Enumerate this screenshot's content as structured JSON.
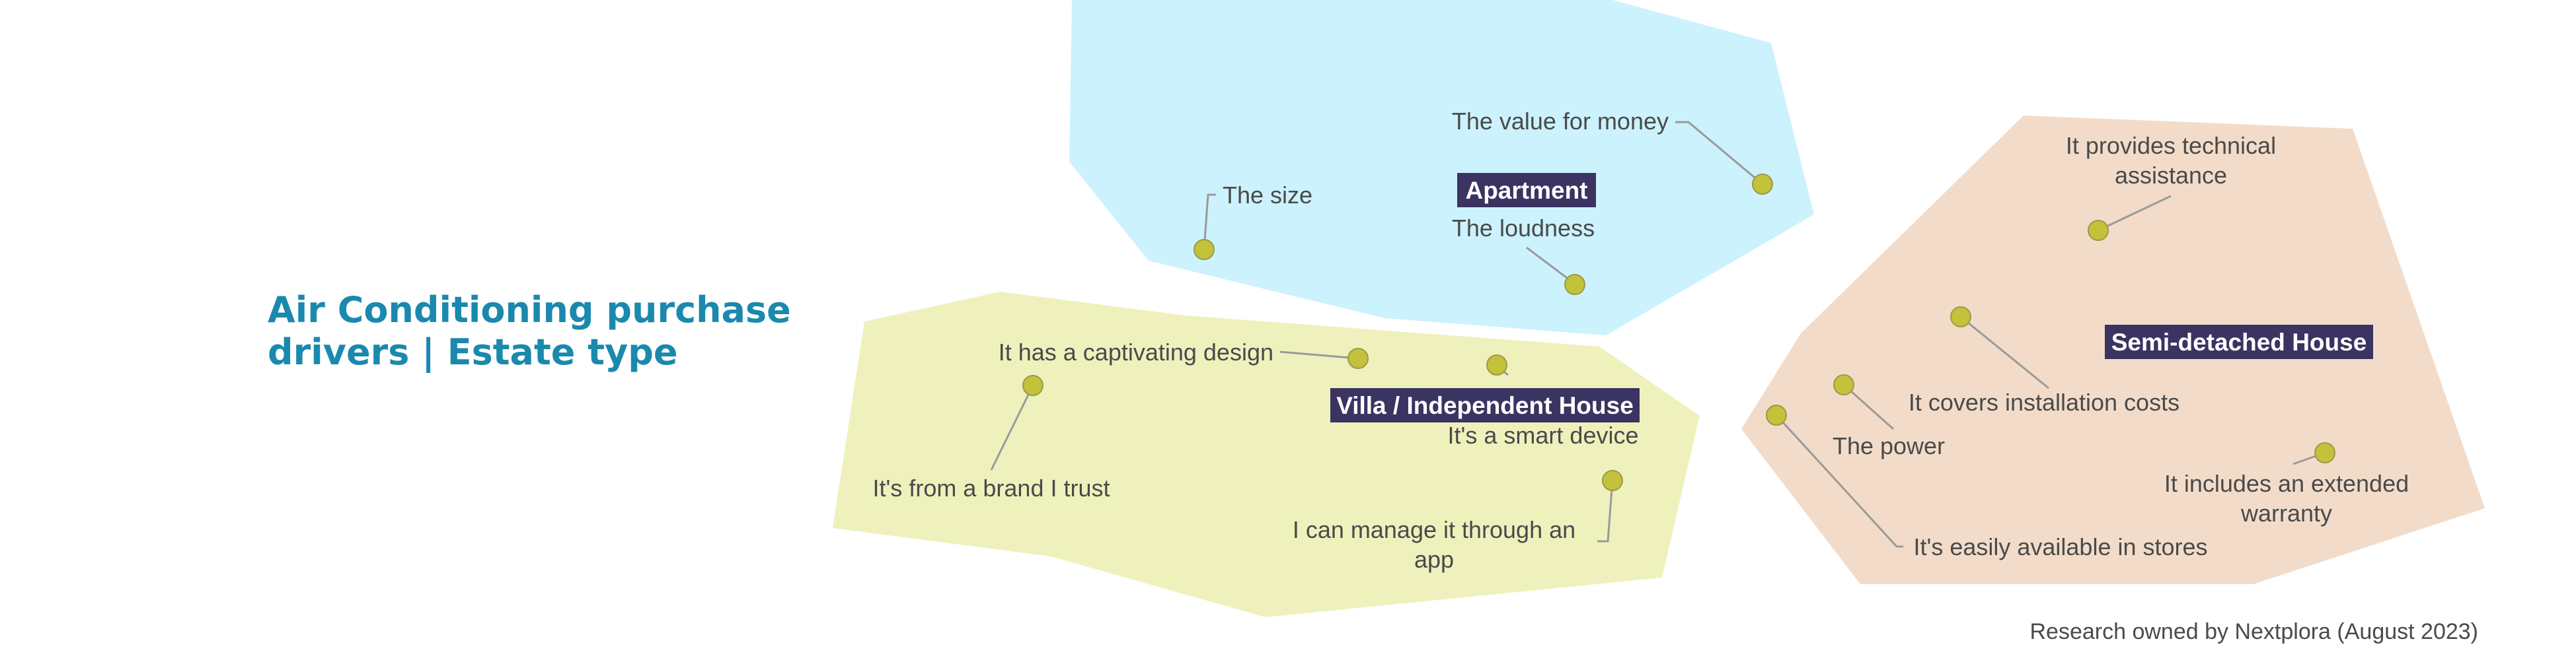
{
  "title_lines": [
    "Air Conditioning purchase",
    "drivers | Estate type"
  ],
  "footer": "Research owned by Nextplora (August 2023)",
  "colors": {
    "title": "#1a89ad",
    "apartment_zone": "#ccf2fd",
    "villa_zone": "#eff1bd",
    "semi_zone": "#f2dcc9",
    "label_box": "#3b3361",
    "marker": "#c4c13a",
    "leader": "#9a9a9a"
  },
  "groups": {
    "apartment": "Apartment",
    "villa": "Villa / Independent House",
    "semi": "Semi-detached House"
  },
  "drivers": {
    "value_for_money": "The value for money",
    "size": "The size",
    "loudness": "The loudness",
    "captivating_design": "It has a captivating design",
    "brand_trust": "It's from a brand I trust",
    "smart_device": "It's a smart device",
    "manage_app_1": "I can manage it through an",
    "manage_app_2": "app",
    "technical_assistance_1": "It provides technical",
    "technical_assistance_2": "assistance",
    "installation_costs": "It covers installation costs",
    "power": "The power",
    "extended_warranty_1": "It includes an extended",
    "extended_warranty_2": "warranty",
    "available_stores": "It's easily available in stores"
  }
}
